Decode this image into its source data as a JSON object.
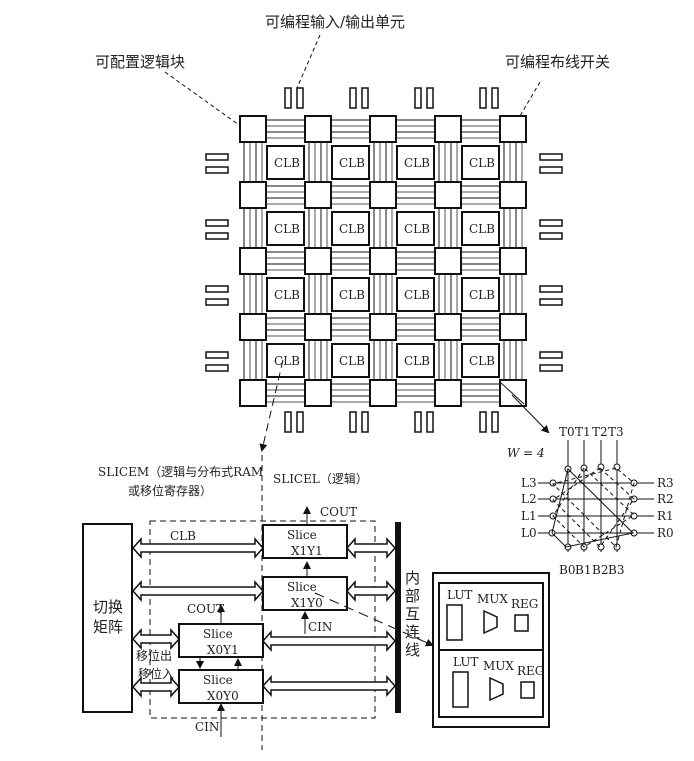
{
  "labels": {
    "io_block": "可编程输入/输出单元",
    "logic_block": "可配置逻辑块",
    "switch": "可编程布线开关",
    "clb": "CLB",
    "slicem_line1": "SLICEM（逻辑与分布式RAM",
    "slicem_line2": "或移位寄存器）",
    "slicel": "SLICEL（逻辑）",
    "switch_matrix": [
      "切换",
      "矩阵"
    ],
    "clb_bus": "CLB",
    "cout_top": "COUT",
    "cout_mid": "COUT",
    "cin_mid": "CIN",
    "cin_bottom": "CIN",
    "shift_out": "移位出",
    "shift_in": "移位入",
    "interconnect": [
      "内",
      "部",
      "互",
      "连",
      "线"
    ],
    "slice_word": "Slice",
    "slices": [
      "X1Y1",
      "X1Y0",
      "X0Y1",
      "X0Y0"
    ],
    "w_label": "W = 4",
    "top_pins": [
      "T0",
      "T1",
      "T2",
      "T3"
    ],
    "bottom_pins": [
      "B0",
      "B1",
      "B2",
      "B3"
    ],
    "left_pins": [
      "L3",
      "L2",
      "L1",
      "L0"
    ],
    "right_pins": [
      "R3",
      "R2",
      "R1",
      "R0"
    ],
    "lut": "LUT",
    "mux": "MUX",
    "reg": "REG"
  }
}
